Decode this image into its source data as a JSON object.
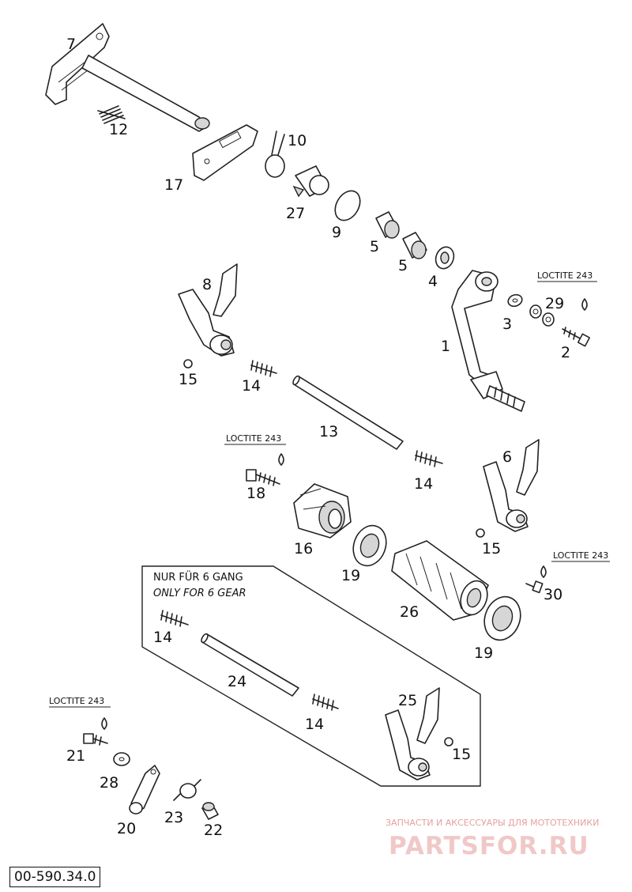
{
  "callouts": {
    "p1": "1",
    "p2": "2",
    "p3": "3",
    "p4": "4",
    "p5a": "5",
    "p5b": "5",
    "p6": "6",
    "p7": "7",
    "p8": "8",
    "p9": "9",
    "p10": "10",
    "p12": "12",
    "p13": "13",
    "p14a": "14",
    "p14b": "14",
    "p14c": "14",
    "p14d": "14",
    "p15a": "15",
    "p15b": "15",
    "p15c": "15",
    "p16": "16",
    "p17": "17",
    "p18": "18",
    "p19a": "19",
    "p19b": "19",
    "p20": "20",
    "p21": "21",
    "p22": "22",
    "p23": "23",
    "p24": "24",
    "p25": "25",
    "p26": "26",
    "p27": "27",
    "p28": "28",
    "p29": "29",
    "p30": "30"
  },
  "loctite_label": "LOCTITE 243",
  "six_gear_box": {
    "line1": "NUR FÜR 6 GANG",
    "line2": "ONLY FOR 6 GEAR"
  },
  "diagram_code": "00-590.34.0",
  "watermark": {
    "tagline": "ЗАПЧАСТИ И АКСЕССУАРЫ ДЛЯ МОТОТЕХНИКИ",
    "brand": "PARTSFOR.RU"
  }
}
